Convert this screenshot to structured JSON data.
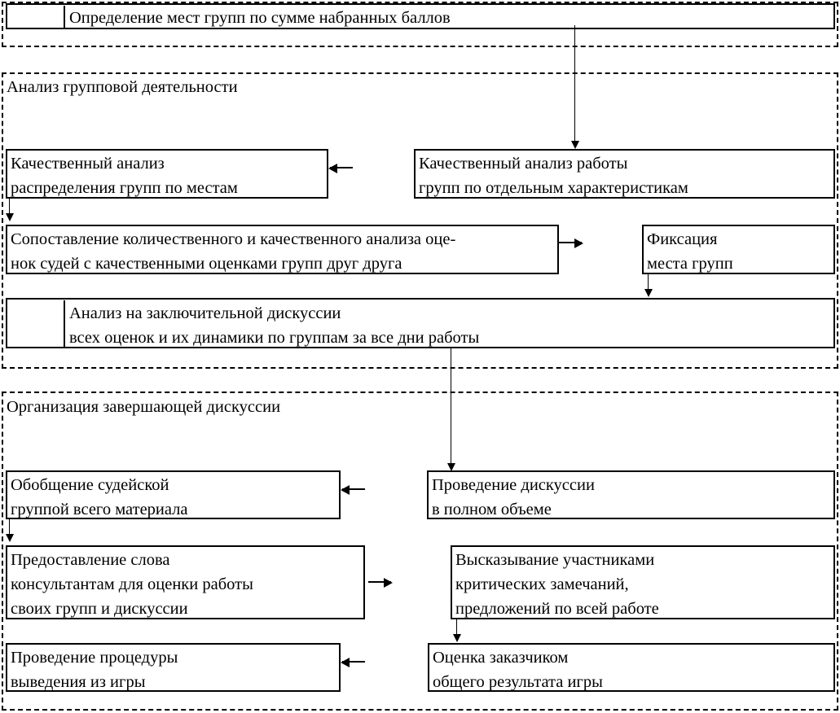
{
  "diagram": {
    "title_box": {
      "text": "Определение мест групп по сумме набранных баллов"
    },
    "sections": [
      {
        "id": "analysis",
        "label": "Анализ групповой деятельности",
        "boxes": [
          {
            "id": "qual-analysis-distribution",
            "text": "Качественный анализ\nраспределения групп по местам"
          },
          {
            "id": "qual-analysis-characteristics",
            "text": "Качественный анализ работы\nгрупп по отдельным характеристикам"
          },
          {
            "id": "comparison",
            "text": "Сопоставление количественного  и  качественного анализа оце-\nнок судей с качественными  оценками групп друг друга"
          },
          {
            "id": "fixation",
            "text": "Фиксация\nместа групп"
          },
          {
            "id": "final-discussion-analysis",
            "text": "Анализ на заключительной дискуссии\nвсех оценок и их динамики по группам за все дни работы"
          }
        ]
      },
      {
        "id": "closing-discussion",
        "label": "Организация завершающей дискуссии",
        "boxes": [
          {
            "id": "summary-judges",
            "text": "Обобщение судейской\nгруппой всего материала"
          },
          {
            "id": "full-discussion",
            "text": "Проведение дискуссии\nв полном объеме"
          },
          {
            "id": "consultants-floor",
            "text": "Предоставление слова\nконсультантам для оценки работы\nсвоих групп и дискуссии"
          },
          {
            "id": "participants-statements",
            "text": "Высказывание участниками\nкритических замечаний,\nпредложений по всей работе"
          },
          {
            "id": "exit-procedure",
            "text": "Проведение процедуры\nвыведения из игры"
          },
          {
            "id": "customer-evaluation",
            "text": "Оценка заказчиком\nобщего результата игры"
          }
        ]
      }
    ]
  }
}
